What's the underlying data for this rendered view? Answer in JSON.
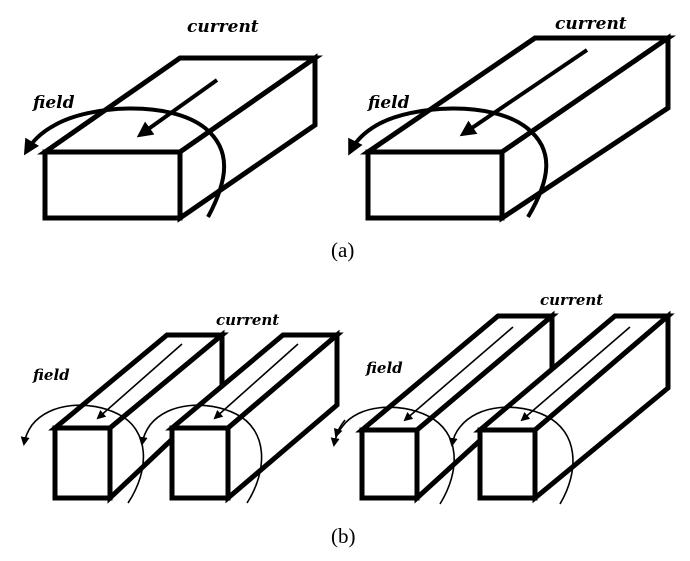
{
  "figure": {
    "panel_a": {
      "caption": "(a)",
      "left": {
        "current_label": "current",
        "field_label": "field"
      },
      "right": {
        "current_label": "current",
        "field_label": "field"
      }
    },
    "panel_b": {
      "caption": "(b)",
      "left": {
        "current_label": "current",
        "field_label": "field"
      },
      "right": {
        "current_label": "current",
        "field_label": "field"
      }
    },
    "colors": {
      "stroke": "#000000",
      "background": "#ffffff"
    }
  }
}
